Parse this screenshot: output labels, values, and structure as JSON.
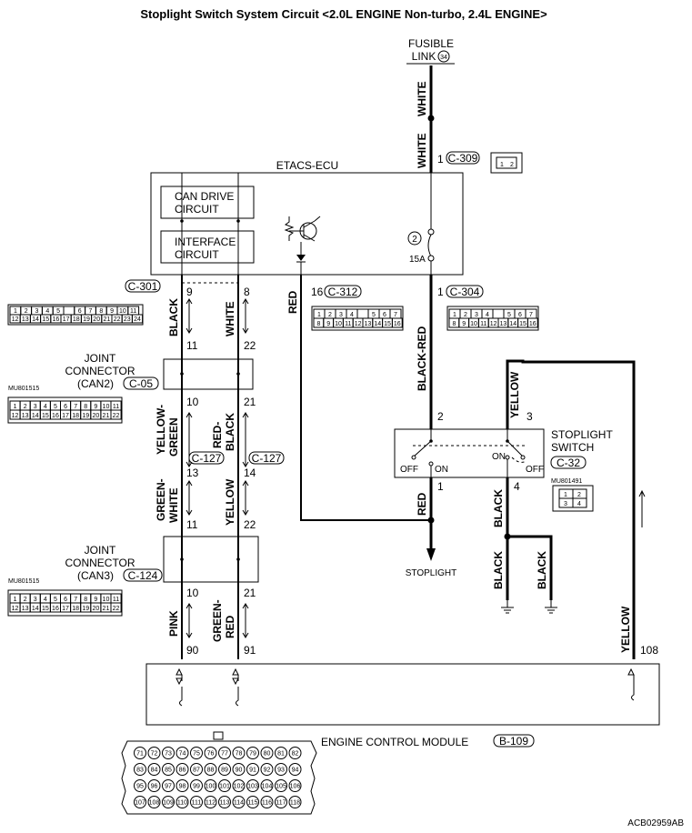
{
  "title": "Stoplight Switch System Circuit <2.0L ENGINE Non-turbo, 2.4L ENGINE>",
  "fusible_link": {
    "line1": "FUSIBLE",
    "line2": "LINK",
    "number": "34"
  },
  "etacs": {
    "label": "ETACS-ECU",
    "can_drive_1": "CAN DRIVE",
    "can_drive_2": "CIRCUIT",
    "interface_1": "INTERFACE",
    "interface_2": "CIRCUIT",
    "fuse_no": "2",
    "fuse_amp": "15A"
  },
  "connectors": {
    "c309": "C-309",
    "c301": "C-301",
    "c312": "C-312",
    "c304": "C-304",
    "c05": "C-05",
    "c127": "C-127",
    "c124": "C-124",
    "c32": "C-32",
    "b109": "B-109"
  },
  "pins": {
    "p1": "1",
    "p9": "9",
    "p8": "8",
    "p16": "16",
    "p11": "11",
    "p22": "22",
    "p10": "10",
    "p21": "21",
    "p13": "13",
    "p14": "14",
    "p2": "2",
    "p3": "3",
    "p4": "4",
    "p90": "90",
    "p91": "91",
    "p108": "108"
  },
  "wires": {
    "white": "WHITE",
    "black": "BLACK",
    "red": "RED",
    "black_red": "BLACK-RED",
    "yellow_green": "YELLOW-",
    "yellow_green2": "GREEN",
    "red_black": "RED-",
    "red_black2": "BLACK",
    "green_white": "GREEN-",
    "green_white2": "WHITE",
    "yellow": "YELLOW",
    "pink": "PINK",
    "green_red": "GREEN-",
    "green_red2": "RED"
  },
  "joint_can2": {
    "line1": "JOINT",
    "line2": "CONNECTOR",
    "line3": "(CAN2)"
  },
  "joint_can3": {
    "line1": "JOINT",
    "line2": "CONNECTOR",
    "line3": "(CAN3)"
  },
  "switch": {
    "line1": "STOPLIGHT",
    "line2": "SWITCH",
    "off": "OFF",
    "on": "ON",
    "part": "MU801491"
  },
  "mu801515": "MU801515",
  "stoplight": "STOPLIGHT",
  "ecm": "ENGINE CONTROL MODULE",
  "code": "ACB02959AB",
  "c301_grid": {
    "row1": [
      "1",
      "2",
      "3",
      "4",
      "5",
      "",
      "6",
      "7",
      "8",
      "9",
      "10",
      "11"
    ],
    "row2": [
      "12",
      "13",
      "14",
      "15",
      "16",
      "17",
      "18",
      "19",
      "20",
      "21",
      "22",
      "23",
      "24"
    ]
  },
  "c312_grid": {
    "row1": [
      "1",
      "2",
      "3",
      "4",
      "",
      "5",
      "6",
      "7"
    ],
    "row2": [
      "8",
      "9",
      "10",
      "11",
      "12",
      "13",
      "14",
      "15",
      "16"
    ]
  },
  "c304_grid": {
    "row1": [
      "1",
      "2",
      "3",
      "4",
      "",
      "5",
      "6",
      "7"
    ],
    "row2": [
      "8",
      "9",
      "10",
      "11",
      "12",
      "13",
      "14",
      "15",
      "16"
    ]
  },
  "c309_grid": {
    "row1": [
      "1",
      "2"
    ]
  },
  "c05_grid": {
    "row1": [
      "1",
      "2",
      "3",
      "4",
      "5",
      "6",
      "7",
      "8",
      "9",
      "10",
      "11"
    ],
    "row2": [
      "12",
      "13",
      "14",
      "15",
      "16",
      "17",
      "18",
      "19",
      "20",
      "21",
      "22"
    ]
  },
  "c32_grid": {
    "row1": [
      "1",
      "2"
    ],
    "row2": [
      "3",
      "4"
    ]
  },
  "ecm_pins": {
    "row1": [
      "71",
      "72",
      "73",
      "74",
      "75",
      "76",
      "77",
      "78",
      "79",
      "80",
      "81",
      "82"
    ],
    "row2": [
      "83",
      "84",
      "85",
      "86",
      "87",
      "88",
      "89",
      "90",
      "91",
      "92",
      "93",
      "94"
    ],
    "row3": [
      "95",
      "96",
      "97",
      "98",
      "99",
      "100",
      "101",
      "102",
      "103",
      "104",
      "105",
      "106"
    ],
    "row4": [
      "107",
      "108",
      "109",
      "110",
      "111",
      "112",
      "113",
      "114",
      "115",
      "116",
      "117",
      "118"
    ]
  }
}
